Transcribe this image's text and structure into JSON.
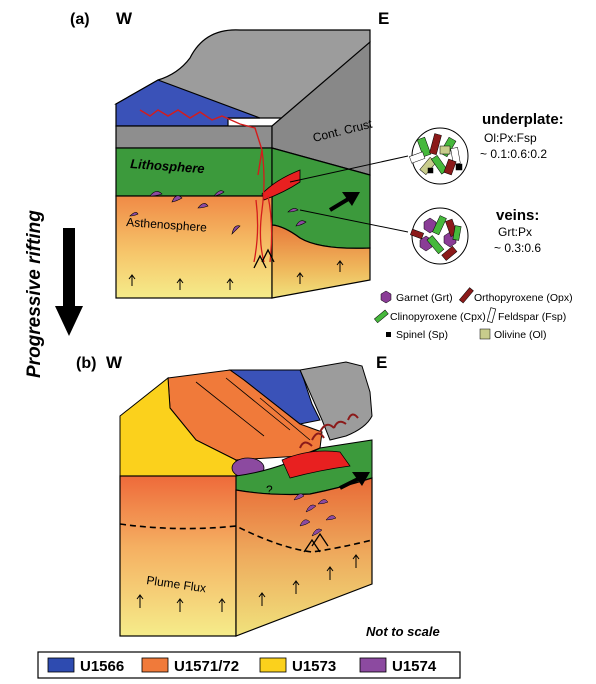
{
  "panel_a": {
    "label": "(a)",
    "west": "W",
    "east": "E",
    "cont_crust": "Cont. Crust",
    "lithosphere": "Lithosphere",
    "asthenosphere": "Asthenosphere",
    "underplate": {
      "title": "underplate:",
      "ratio_label": "Ol:Px:Fsp",
      "ratio_value": "~ 0.1:0.6:0.2"
    },
    "veins": {
      "title": "veins:",
      "ratio_label": "Grt:Px",
      "ratio_value": "~ 0.3:0.6"
    }
  },
  "minerals": [
    {
      "label": "Garnet (Grt)",
      "color": "#8a3c96",
      "shape": "hexagon"
    },
    {
      "label": "Orthopyroxene (Opx)",
      "color": "#8b1a1a",
      "shape": "bar"
    },
    {
      "label": "Clinopyroxene (Cpx)",
      "color": "#46b83c",
      "shape": "bar"
    },
    {
      "label": "Feldspar (Fsp)",
      "color": "#ffffff",
      "shape": "bar-outline"
    },
    {
      "label": "Spinel (Sp)",
      "color": "#000000",
      "shape": "square-small"
    },
    {
      "label": "Olivine (Ol)",
      "color": "#c8cc8c",
      "shape": "square"
    }
  ],
  "arrow_label": "Progressive rifting",
  "panel_b": {
    "label": "(b)",
    "west": "W",
    "east": "E",
    "plume_flux": "Plume Flux",
    "question": "?",
    "not_to_scale": "Not to scale"
  },
  "legend": [
    {
      "label": "U1566",
      "color": "#2e4bb0"
    },
    {
      "label": "U1571/72",
      "color": "#f07a3a"
    },
    {
      "label": "U1573",
      "color": "#fbd11c"
    },
    {
      "label": "U1574",
      "color": "#8c4aa0"
    }
  ]
}
